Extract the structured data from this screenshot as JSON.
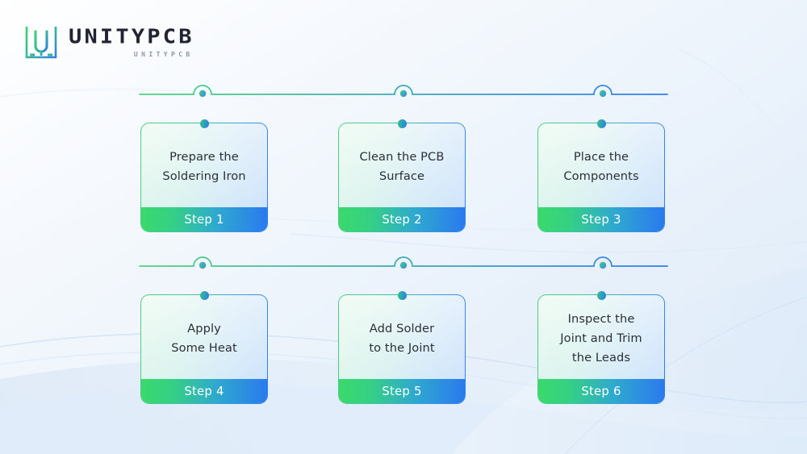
{
  "brand": {
    "name": "UNITYPCB",
    "subtitle": "UNITYPCB",
    "mark": "u-bracket-logo-icon",
    "accent_green": "#3ad96b",
    "accent_blue": "#2a7aee"
  },
  "background": {
    "base_color": "#eef5fd",
    "wave_color": "#d7e6f7"
  },
  "flow": {
    "rows": [
      {
        "connector": "rail-line-with-nodes",
        "node_count": 3
      },
      {
        "connector": "rail-line-with-nodes",
        "node_count": 3
      }
    ],
    "cards": [
      {
        "title": "Prepare the\nSoldering Iron",
        "step_label": "Step 1"
      },
      {
        "title": "Clean the PCB\nSurface",
        "step_label": "Step 2"
      },
      {
        "title": "Place the\nComponents",
        "step_label": "Step 3"
      },
      {
        "title": "Apply\nSome Heat",
        "step_label": "Step 4"
      },
      {
        "title": "Add Solder\nto the Joint",
        "step_label": "Step 5"
      },
      {
        "title": "Inspect the\nJoint and Trim\nthe Leads",
        "step_label": "Step 6"
      }
    ]
  }
}
